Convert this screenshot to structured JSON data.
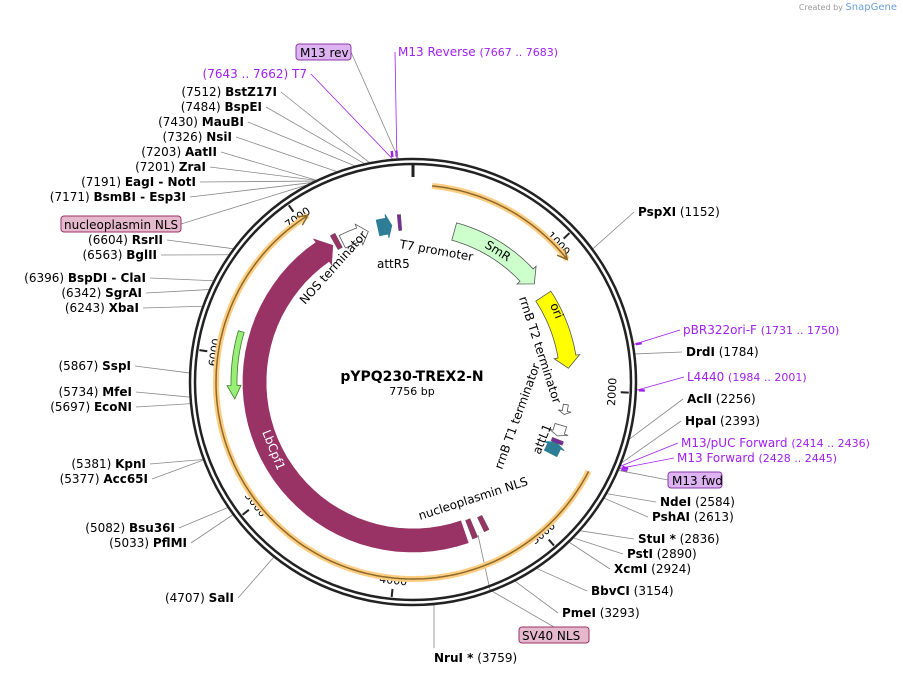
{
  "credit": {
    "prefix": "Created by",
    "brand": "SnapGene"
  },
  "plasmid": {
    "name": "pYPQ230-TREX2-N",
    "length_label": "7756 bp",
    "length_bp": 7756
  },
  "ticks": [
    "1000",
    "2000",
    "3000",
    "4000",
    "5000",
    "6000",
    "7000"
  ],
  "enzymes_left": [
    {
      "name": "BstZ17I",
      "pos": "(7512)"
    },
    {
      "name": "BspEI",
      "pos": "(7484)"
    },
    {
      "name": "MauBI",
      "pos": "(7430)"
    },
    {
      "name": "NsiI",
      "pos": "(7326)"
    },
    {
      "name": "AatII",
      "pos": "(7203)"
    },
    {
      "name": "ZraI",
      "pos": "(7201)"
    },
    {
      "name": "EagI  - NotI",
      "pos": "(7191)"
    },
    {
      "name": "BsmBI  - Esp3I",
      "pos": "(7171)"
    },
    {
      "name": "RsrII",
      "pos": "(6604)"
    },
    {
      "name": "BglII",
      "pos": "(6563)"
    },
    {
      "name": "BspDI  - ClaI",
      "pos": "(6396)"
    },
    {
      "name": "SgrAI",
      "pos": "(6342)"
    },
    {
      "name": "XbaI",
      "pos": "(6243)"
    },
    {
      "name": "SspI",
      "pos": "(5867)"
    },
    {
      "name": "MfeI",
      "pos": "(5734)"
    },
    {
      "name": "EcoNI",
      "pos": "(5697)"
    },
    {
      "name": "KpnI",
      "pos": "(5381)"
    },
    {
      "name": "Acc65I",
      "pos": "(5377)"
    },
    {
      "name": "Bsu36I",
      "pos": "(5082)"
    },
    {
      "name": "PflMI",
      "pos": "(5033)"
    },
    {
      "name": "SalI",
      "pos": "(4707)"
    }
  ],
  "enzymes_right": [
    {
      "name": "PspXI",
      "pos": "(1152)"
    },
    {
      "name": "DrdI",
      "pos": "(1784)"
    },
    {
      "name": "AclI",
      "pos": "(2256)"
    },
    {
      "name": "HpaI",
      "pos": "(2393)"
    },
    {
      "name": "NdeI",
      "pos": "(2584)"
    },
    {
      "name": "PshAI",
      "pos": "(2613)"
    },
    {
      "name": "StuI *",
      "pos": "(2836)"
    },
    {
      "name": "PstI",
      "pos": "(2890)"
    },
    {
      "name": "XcmI",
      "pos": "(2924)"
    },
    {
      "name": "BbvCI",
      "pos": "(3154)"
    },
    {
      "name": "PmeI",
      "pos": "(3293)"
    },
    {
      "name": "NruI *",
      "pos": "(3759)"
    }
  ],
  "primers": [
    {
      "name": "M13 Reverse",
      "range": "(7667 .. 7683)"
    },
    {
      "name": "T7",
      "range": "(7643 .. 7662)"
    },
    {
      "name": "pBR322ori-F",
      "range": "(1731 .. 1750)"
    },
    {
      "name": "L4440",
      "range": "(1984 .. 2001)"
    },
    {
      "name": "M13/pUC Forward",
      "range": "(2414 .. 2436)"
    },
    {
      "name": "M13 Forward",
      "range": "(2428 .. 2445)"
    }
  ],
  "boxed_labels": {
    "m13_rev": "M13 rev",
    "m13_fwd": "M13 fwd",
    "nucleoplasmin_nls": "nucleoplasmin NLS",
    "sv40_nls": "SV40 NLS"
  },
  "features": {
    "t7_promoter": "T7 promoter",
    "attr5": "attR5",
    "nos_terminator": "NOS terminator",
    "smr": "SmR",
    "ori": "ori",
    "rrnb_t2": "rrnB T2 terminator",
    "rrnb_t1": "rrnB T1 terminator",
    "attl1": "attL1",
    "nucleoplasmin_nls": "nucleoplasmin NLS",
    "lbcpf1": "LbCpf1"
  },
  "colors": {
    "primer": "#a020f0",
    "lbcpf1": "#993366",
    "smr": "#ccffcc",
    "ori": "#ffff00",
    "att": "#2e7d96",
    "orange": "#ffcc80",
    "green": "#99ee77"
  }
}
